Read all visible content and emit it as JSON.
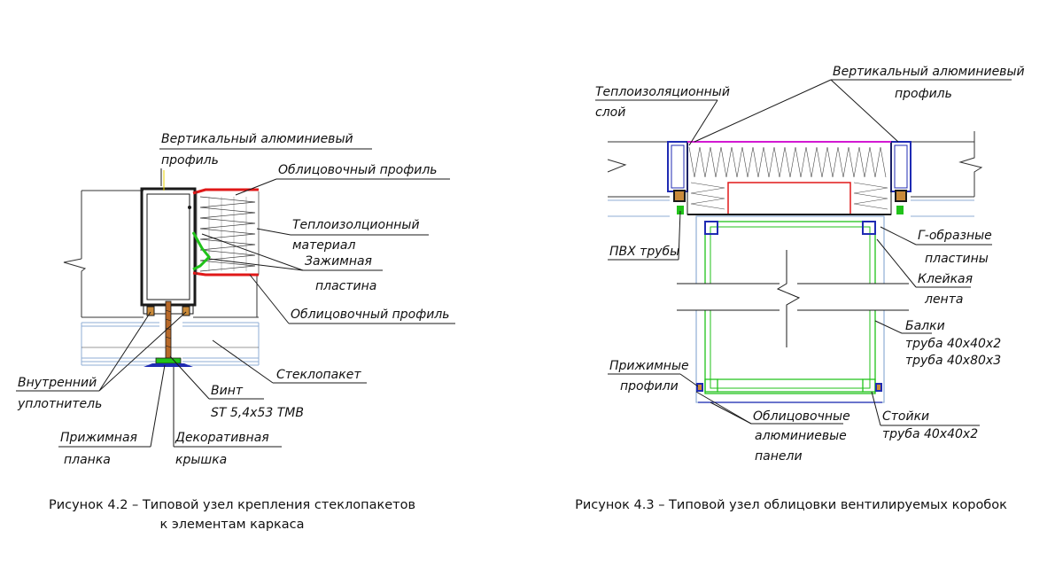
{
  "figure_left": {
    "labels": {
      "vert_profile_1": "Вертикальный алюминиевый",
      "vert_profile_2": "профиль",
      "cladding_top": "Облицовочный профиль",
      "insulation_1": "Теплоизолционный",
      "insulation_2": "материал",
      "clamp_1": "Зажимная",
      "clamp_2": "пластина",
      "cladding_bottom": "Облицовочный профиль",
      "glazing": "Стеклопакет",
      "seal_1": "Внутренний",
      "seal_2": "уплотнитель",
      "screw_1": "Винт",
      "screw_2": "ST 5,4x53 TMB",
      "press_1": "Прижимная",
      "press_2": "планка",
      "cap_1": "Декоративная",
      "cap_2": "крышка"
    },
    "caption_1": "Рисунок 4.2 – Типовой узел крепления стеклопакетов",
    "caption_2": "к элементам каркаса"
  },
  "figure_right": {
    "labels": {
      "insul_1": "Теплоизоляционный",
      "insul_2": "слой",
      "vert_1": "Вертикальный алюминиевый",
      "vert_2": "профиль",
      "pvc": "ПВХ трубы",
      "g_1": "Г-образные",
      "g_2": "пластины",
      "tape_1": "Клейкая",
      "tape_2": "лента",
      "beams_1": "Балки",
      "beams_2": "труба 40x40x2",
      "beams_3": "труба 40x80x3",
      "press_1": "Прижимные",
      "press_2": "профили",
      "panels_1": "Облицовочные",
      "panels_2": "алюминиевые",
      "panels_3": "панели",
      "posts_1": "Стойки",
      "posts_2": "труба 40x40x2"
    },
    "caption": "Рисунок 4.3 – Типовой узел облицовки вентилируемых коробок"
  },
  "colors": {
    "line": "#1a1a1a",
    "blue": "#1f2bb3",
    "red": "#e01818",
    "green": "#21c21a",
    "magenta": "#d21ad2",
    "steel": "#8faed6"
  }
}
